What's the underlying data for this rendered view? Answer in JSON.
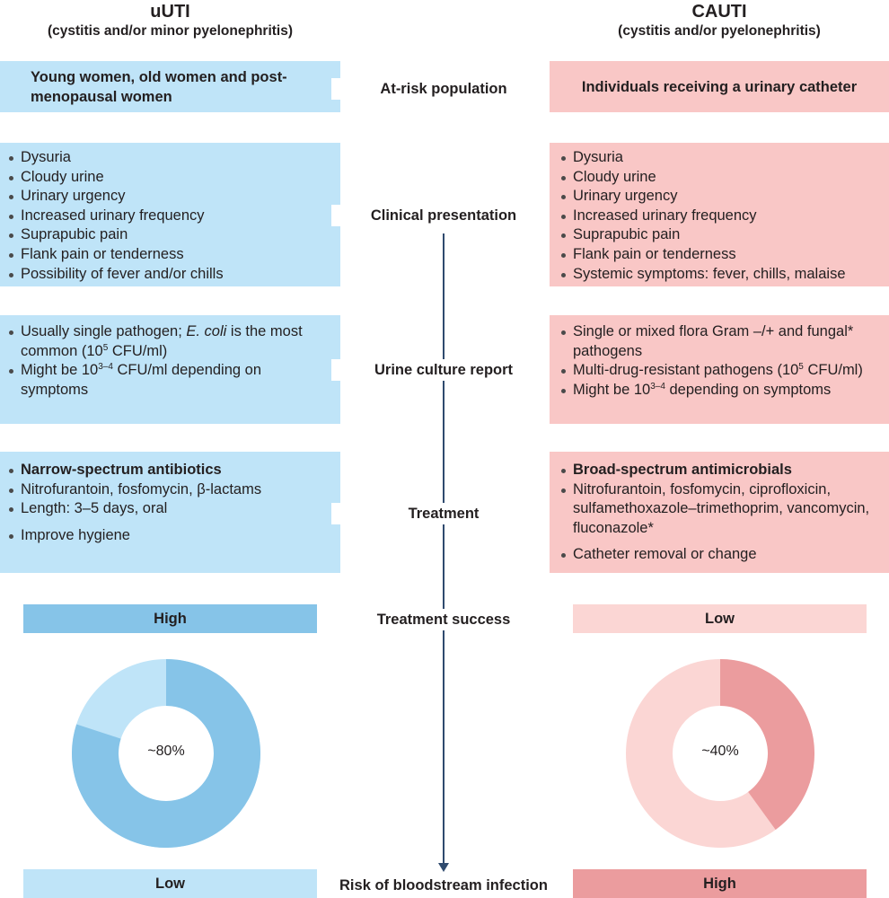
{
  "columns": {
    "left": {
      "title": "uUTI",
      "subtitle": "(cystitis and/or minor pyelonephritis)"
    },
    "right": {
      "title": "CAUTI",
      "subtitle": "(cystitis and/or pyelonephritis)"
    }
  },
  "rows": {
    "population": {
      "label": "At-risk population",
      "left": "Young women, old women and post-menopausal women",
      "right": "Individuals receiving a urinary catheter"
    },
    "clinical": {
      "label": "Clinical presentation",
      "left": [
        "Dysuria",
        "Cloudy urine",
        "Urinary urgency",
        "Increased urinary frequency",
        "Suprapubic pain",
        "Flank pain or tenderness",
        "Possibility of fever and/or chills"
      ],
      "right": [
        "Dysuria",
        "Cloudy urine",
        "Urinary urgency",
        "Increased urinary frequency",
        "Suprapubic pain",
        "Flank pain or tenderness",
        "Systemic symptoms: fever, chills, malaise"
      ]
    },
    "culture": {
      "label": "Urine culture report",
      "left": {
        "item1_pre": "Usually single pathogen; ",
        "item1_italic": "E. coli",
        "item1_mid": " is the most common (10",
        "item1_sup": "5",
        "item1_post": " CFU/ml)",
        "item2_pre": "Might be 10",
        "item2_sup": "3–4",
        "item2_post": " CFU/ml depending on symptoms"
      },
      "right": {
        "item1": "Single or mixed flora Gram –/+ and fungal* pathogens",
        "item2_pre": "Multi-drug-resistant pathogens (10",
        "item2_sup": "5",
        "item2_post": " CFU/ml)",
        "item3_pre": "Might be 10",
        "item3_sup": "3–4",
        "item3_post": " depending on symptoms"
      }
    },
    "treatment": {
      "label": "Treatment",
      "left": [
        "Narrow-spectrum antibiotics",
        "Nitrofurantoin, fosfomycin, β-lactams",
        "Length: 3–5 days, oral",
        "Improve hygiene"
      ],
      "right": [
        "Broad-spectrum antimicrobials",
        "Nitrofurantoin, fosfomycin, ciprofloxicin, sulfamethoxazole–trimethoprim, vancomycin, fluconazole*",
        "Catheter removal or change"
      ]
    },
    "success": {
      "label": "Treatment success",
      "left": "High",
      "right": "Low",
      "left_percent_label": "~80%",
      "right_percent_label": "~40%",
      "left_fraction": 0.8,
      "right_fraction": 0.4
    },
    "risk": {
      "label": "Risk of bloodstream infection",
      "left": "Low",
      "right": "High"
    }
  },
  "colors": {
    "blue_box": "#bfe4f8",
    "blue_strong": "#86c4e8",
    "pink_box": "#f9c7c6",
    "pink_light": "#fbd6d4",
    "pink_strong": "#eb9c9e",
    "arrow": "#2f4a6e"
  }
}
